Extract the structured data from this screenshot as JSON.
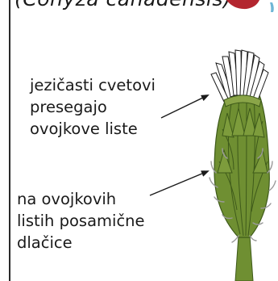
{
  "header": {
    "species_label": "(Conyza canadensis)"
  },
  "annotations": {
    "top": {
      "line1": "jezičasti cvetovi",
      "line2": "presegajo",
      "line3": "ovojkove liste"
    },
    "bottom": {
      "line1": "na ovojkovih",
      "line2": "listih posamične",
      "line3": "dlačice"
    }
  },
  "colors": {
    "bract_fill": "#6f8f32",
    "bract_dark": "#3e5a1a",
    "hair_gray": "#9a9a9a",
    "petal_fill": "#ffffff",
    "frame": "#2a2a2a",
    "corner_red": "#b3262f"
  }
}
